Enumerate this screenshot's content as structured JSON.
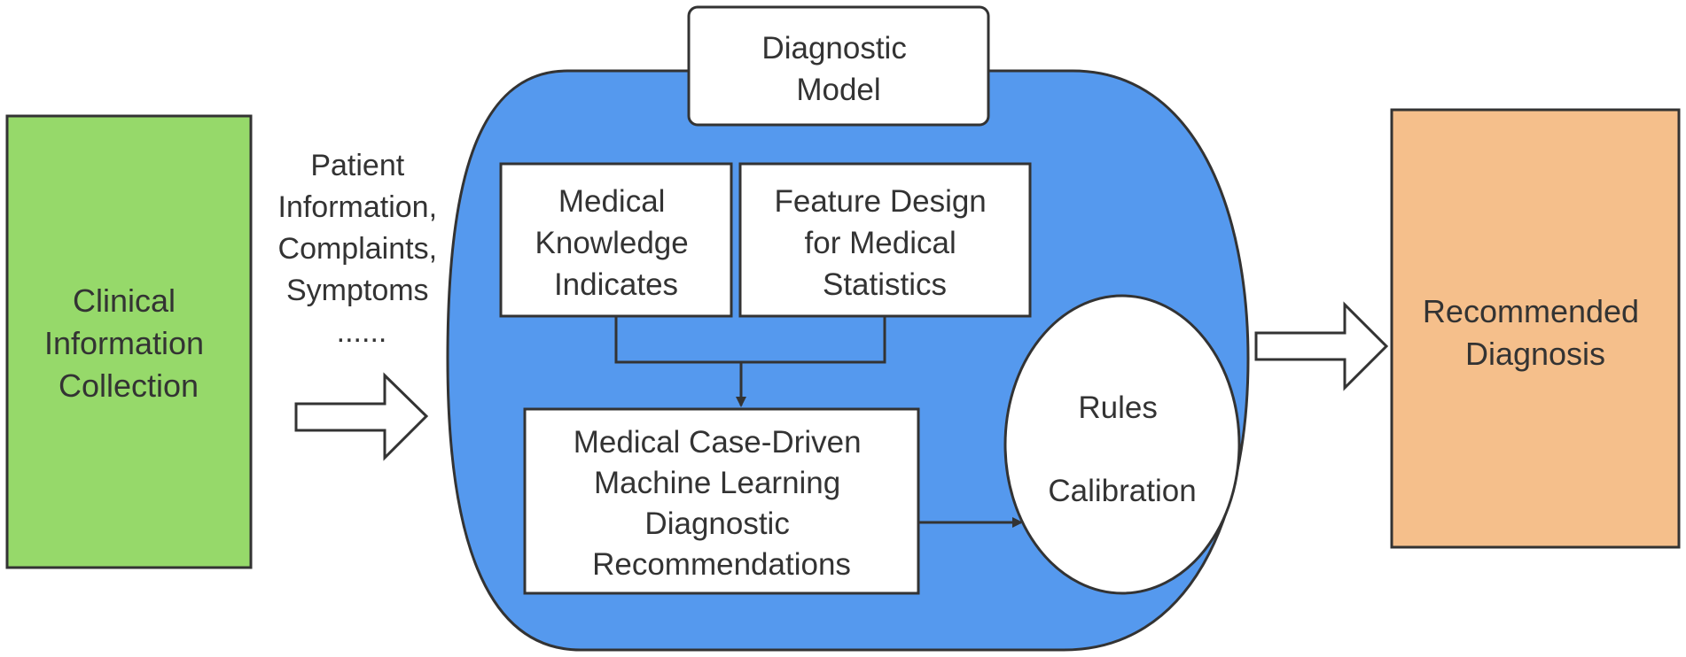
{
  "diagram": {
    "left_box": {
      "lines": [
        "Clinical",
        "Information",
        "Collection"
      ],
      "color": "#96d96a"
    },
    "input_label": {
      "lines": [
        "Patient",
        "Information,",
        "Complaints,",
        "Symptoms",
        "......"
      ]
    },
    "model_container": {
      "title_lines": [
        "Diagnostic",
        "Model"
      ],
      "color": "#5599ee"
    },
    "knowledge_box": {
      "lines": [
        "Medical",
        "Knowledge",
        "Indicates"
      ]
    },
    "feature_box": {
      "lines": [
        "Feature Design",
        "for Medical",
        "Statistics"
      ]
    },
    "ml_box": {
      "lines": [
        "Medical Case-Driven",
        "Machine Learning",
        "Diagnostic",
        "Recommendations"
      ]
    },
    "rules_ellipse": {
      "lines": [
        "Rules",
        "Calibration"
      ]
    },
    "right_box": {
      "lines": [
        "Recommended",
        "Diagnosis"
      ],
      "color": "#f5bf8b"
    },
    "stroke_color": "#333333"
  }
}
